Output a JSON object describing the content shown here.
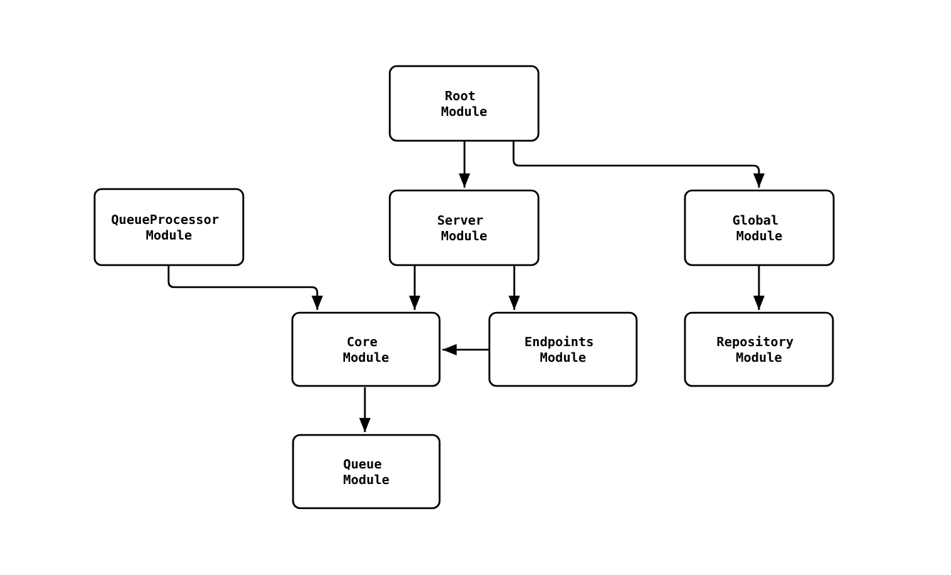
{
  "diagram": {
    "type": "module-dependency-graph",
    "nodes": {
      "root": {
        "line1": "Root",
        "line2": "Module"
      },
      "queueProcessor": {
        "line1": "QueueProcessor",
        "line2": "Module"
      },
      "server": {
        "line1": "Server",
        "line2": "Module"
      },
      "global": {
        "line1": "Global",
        "line2": "Module"
      },
      "core": {
        "line1": "Core",
        "line2": "Module"
      },
      "endpoints": {
        "line1": "Endpoints",
        "line2": "Module"
      },
      "repository": {
        "line1": "Repository",
        "line2": "Module"
      },
      "queue": {
        "line1": "Queue",
        "line2": "Module"
      }
    },
    "edges": [
      {
        "from": "Root Module",
        "to": "Server Module"
      },
      {
        "from": "Root Module",
        "to": "Global Module"
      },
      {
        "from": "QueueProcessor Module",
        "to": "Core Module"
      },
      {
        "from": "Server Module",
        "to": "Core Module"
      },
      {
        "from": "Server Module",
        "to": "Endpoints Module"
      },
      {
        "from": "Endpoints Module",
        "to": "Core Module"
      },
      {
        "from": "Global Module",
        "to": "Repository Module"
      },
      {
        "from": "Core Module",
        "to": "Queue Module"
      }
    ],
    "colors": {
      "background": "#ffffff",
      "node_fill": "#ffffff",
      "node_border": "#000000",
      "edge": "#000000",
      "text": "#000000"
    }
  }
}
